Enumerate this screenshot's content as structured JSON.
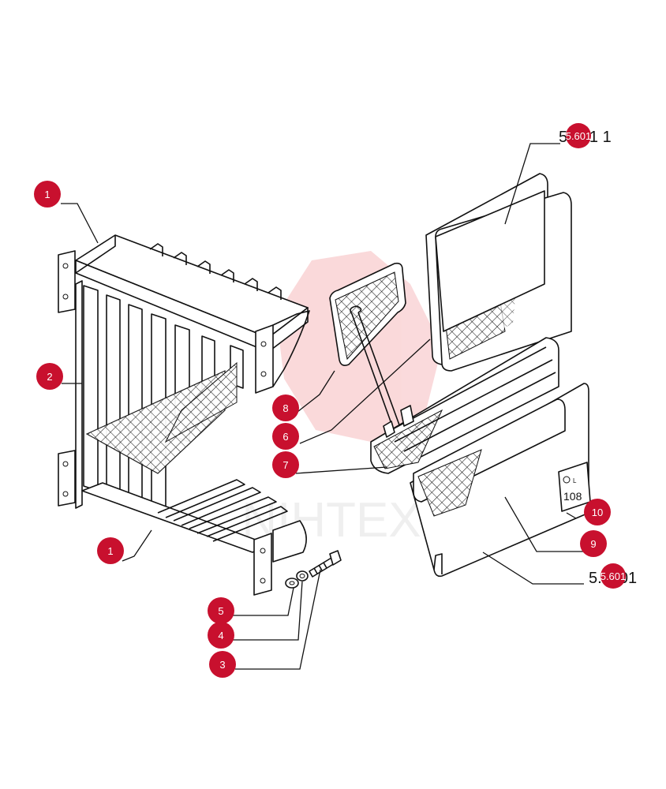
{
  "colors": {
    "badge": "#c8102e",
    "line": "#111111",
    "watermark": "#e31b23"
  },
  "watermark": {
    "text": "NIHTEX"
  },
  "plate": {
    "small": "L",
    "number": "108"
  },
  "callouts": [
    {
      "id": "c1a",
      "label": "1"
    },
    {
      "id": "c2",
      "label": "2"
    },
    {
      "id": "c1b",
      "label": "1"
    },
    {
      "id": "c8",
      "label": "8"
    },
    {
      "id": "c6",
      "label": "6"
    },
    {
      "id": "c7",
      "label": "7"
    },
    {
      "id": "c5",
      "label": "5"
    },
    {
      "id": "c4",
      "label": "4"
    },
    {
      "id": "c3",
      "label": "3"
    },
    {
      "id": "c10",
      "label": "10"
    },
    {
      "id": "c9",
      "label": "9"
    }
  ],
  "references": [
    {
      "id": "ref-top",
      "text": "5.601 1",
      "badge": "5.601"
    },
    {
      "id": "ref-bottom",
      "text": "5.5601",
      "badge": "5.601"
    }
  ]
}
